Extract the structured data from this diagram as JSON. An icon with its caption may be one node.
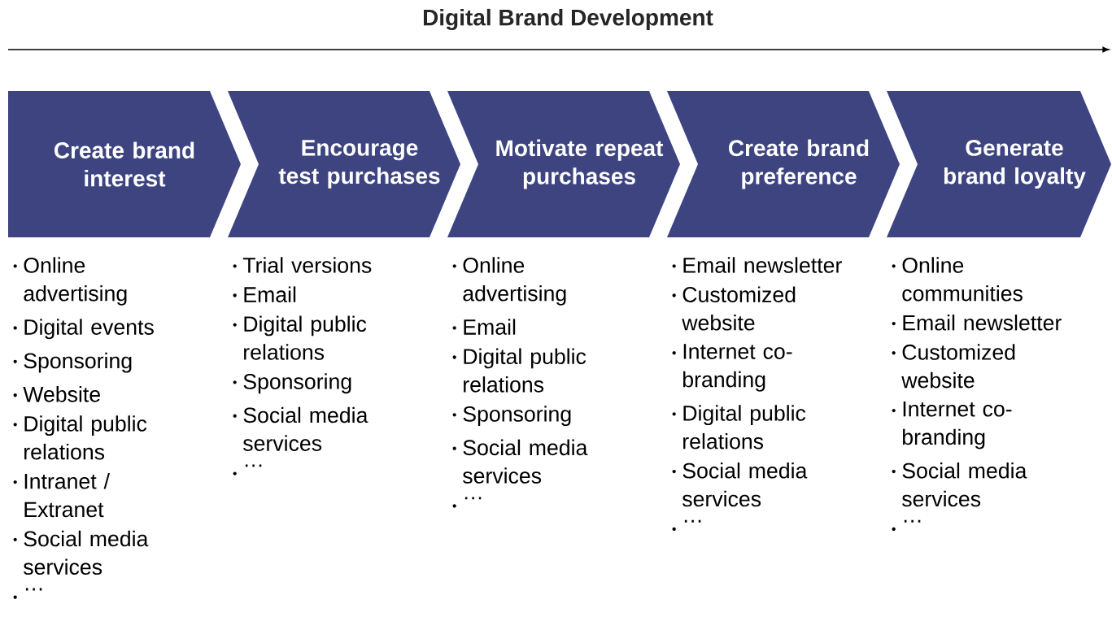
{
  "diagram": {
    "title": "Digital Brand Development",
    "nodes": [
      {
        "text": [
          "Create brand interest"
        ],
        "beside": [
          "Online advertising",
          "Digital events",
          "Sponsoring",
          "Website",
          "Digital public relations",
          "Intranet / Extranet",
          "Social media services",
          "…"
        ]
      },
      {
        "text": [
          "Encourage test purchases"
        ],
        "beside": [
          "Trial versions",
          "Email",
          "Digital public relations",
          "Sponsoring",
          "Social media services",
          "…"
        ]
      },
      {
        "text": [
          "Motivate repeat purchases"
        ],
        "beside": [
          "Online advertising",
          "Email",
          "Digital public relations",
          "Sponsoring",
          "Social media services",
          "…"
        ]
      },
      {
        "text": [
          "Create brand preference"
        ],
        "beside": [
          "Email newsletter",
          "Customized website",
          "Internet co-branding",
          "Digital public relations",
          "Social media services",
          "…"
        ]
      },
      {
        "text": [
          "Generate brand loyalty"
        ],
        "beside": [
          "Online communities",
          "Email newsletter",
          "Customized website",
          "Internet co-branding",
          "Social media services",
          "…"
        ]
      }
    ]
  }
}
